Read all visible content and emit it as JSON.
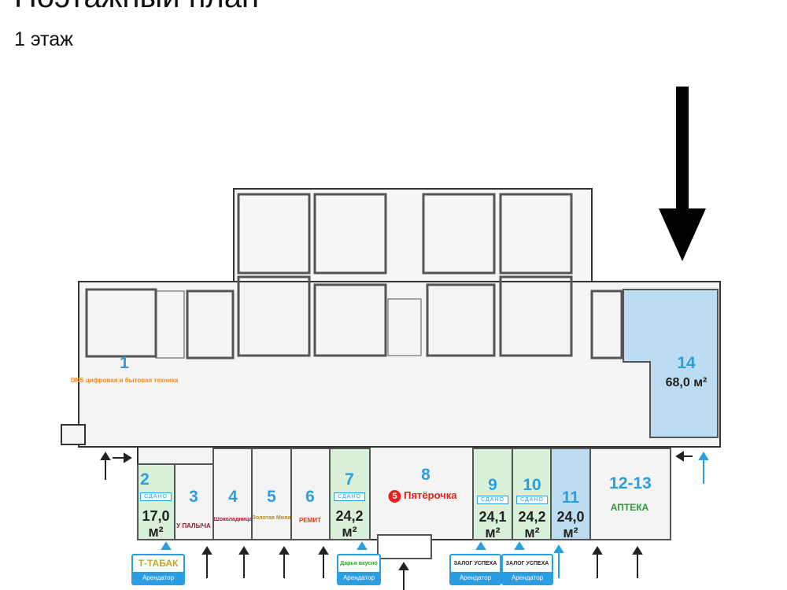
{
  "header": {
    "title": "Поэтажный план",
    "floor": "1 этаж"
  },
  "colors": {
    "accent": "#2a9ee0",
    "rented": "#d9f0d9",
    "available": "#bcdcf2"
  },
  "units": [
    {
      "num": "1",
      "logo": "DNS цифровая и бытовая техника"
    },
    {
      "num": "2",
      "badge": "СДАНО",
      "area": "17,0",
      "unit": "м²"
    },
    {
      "num": "3",
      "logo": "У ПАЛЫЧА"
    },
    {
      "num": "4",
      "logo": "Шоколадница"
    },
    {
      "num": "5",
      "logo": "Золотая Мила"
    },
    {
      "num": "6",
      "logo": "РЕМИТ"
    },
    {
      "num": "7",
      "badge": "СДАНО",
      "area": "24,2",
      "unit": "м²"
    },
    {
      "num": "8",
      "logo": "Пятёрочка"
    },
    {
      "num": "9",
      "badge": "СДАНО",
      "area": "24,1",
      "unit": "м²"
    },
    {
      "num": "10",
      "badge": "СДАНО",
      "area": "24,2",
      "unit": "м²"
    },
    {
      "num": "11",
      "area": "24,0",
      "unit": "м²"
    },
    {
      "num": "12-13",
      "logo": "АПТЕКА"
    },
    {
      "num": "14",
      "area": "68,0 м²"
    }
  ],
  "tenants": [
    {
      "name": "Т-ТАБАК",
      "label": "Арендатор"
    },
    {
      "name": "Дарья вкусно",
      "label": "Арендатор"
    },
    {
      "name": "ЗАЛОГ УСПЕХА",
      "label": "Арендатор"
    },
    {
      "name": "ЗАЛОГ УСПЕХА",
      "label": "Арендатор"
    }
  ]
}
